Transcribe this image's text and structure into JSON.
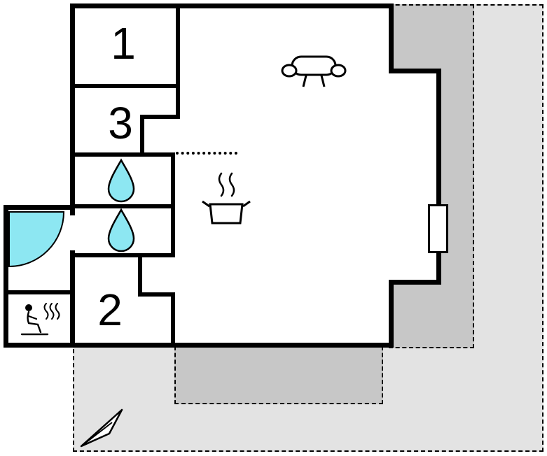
{
  "title": "Holiday home floor plan",
  "colors": {
    "wall": "#000000",
    "water": "#8de7f2",
    "terrace_dark": "#c7c7c7",
    "terrace_light": "#e3e3e3",
    "background": "#ffffff"
  },
  "rooms": [
    {
      "id": "room-1",
      "label": "1"
    },
    {
      "id": "room-3",
      "label": "3"
    },
    {
      "id": "room-2",
      "label": "2"
    }
  ],
  "icons": {
    "water_drop_1": "water-drop (bathroom)",
    "water_drop_2": "water-drop (bathroom)",
    "sofa": "sofa (living room)",
    "cooking_pot": "cooking-pot-with-steam (kitchen)",
    "sauna": "sauna-person-with-steam",
    "door_swing": "entry-door-quarter-circle",
    "window": "window-on-right-wall",
    "north_arrow": "orientation-arrow"
  },
  "areas": {
    "terrace_light": "outdoor area (light grey, dashed outline)",
    "terrace_dark_top": "terrace (dark grey, dashed outline)",
    "terrace_dark_bottom": "terrace (dark grey, dashed outline)"
  }
}
